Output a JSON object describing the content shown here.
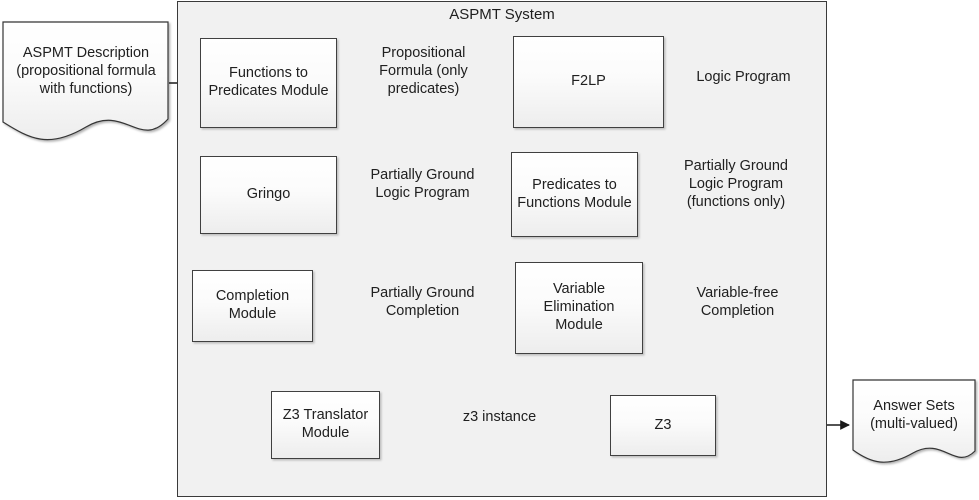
{
  "diagram": {
    "title": "ASPMT System",
    "container": {
      "label": "ASPMT System",
      "fill": "#f1f1f1",
      "stroke": "#3a3a3a"
    },
    "page_background": "#ffffff",
    "node_fill_top": "#ffffff",
    "node_fill_bottom": "#ededed",
    "node_stroke": "#404040",
    "edge_color": "#1a1a1a",
    "nodes": [
      {
        "id": "aspmt-description",
        "label": "ASPMT Description (propositional formula with functions)",
        "shape": "document",
        "inside_system": false
      },
      {
        "id": "functions-to-predicates-module",
        "label": "Functions to Predicates Module",
        "shape": "process",
        "inside_system": true
      },
      {
        "id": "propositional-formula",
        "label": "Propositional Formula (only predicates)",
        "shape": "document",
        "inside_system": true
      },
      {
        "id": "f2lp",
        "label": "F2LP",
        "shape": "process",
        "inside_system": true
      },
      {
        "id": "logic-program",
        "label": "Logic Program",
        "shape": "document",
        "inside_system": true
      },
      {
        "id": "gringo",
        "label": "Gringo",
        "shape": "process",
        "inside_system": true
      },
      {
        "id": "partially-ground-logic-program",
        "label": "Partially Ground Logic Program",
        "shape": "document",
        "inside_system": true
      },
      {
        "id": "predicates-to-functions-module",
        "label": "Predicates to Functions Module",
        "shape": "process",
        "inside_system": true
      },
      {
        "id": "partially-ground-logic-program-functions-only",
        "label": "Partially Ground Logic Program (functions only)",
        "shape": "document",
        "inside_system": true
      },
      {
        "id": "completion-module",
        "label": "Completion Module",
        "shape": "process",
        "inside_system": true
      },
      {
        "id": "partially-ground-completion",
        "label": "Partially Ground Completion",
        "shape": "document",
        "inside_system": true
      },
      {
        "id": "variable-elimination-module",
        "label": "Variable Elimination Module",
        "shape": "process",
        "inside_system": true
      },
      {
        "id": "variable-free-completion",
        "label": "Variable-free Completion",
        "shape": "document",
        "inside_system": true
      },
      {
        "id": "z3-translator-module",
        "label": "Z3 Translator Module",
        "shape": "process",
        "inside_system": true
      },
      {
        "id": "z3-instance",
        "label": "z3 instance",
        "shape": "document",
        "inside_system": true
      },
      {
        "id": "z3",
        "label": "Z3",
        "shape": "process",
        "inside_system": true
      },
      {
        "id": "answer-sets",
        "label": "Answer Sets (multi-valued)",
        "shape": "document",
        "inside_system": false
      }
    ],
    "edges": [
      {
        "from": "aspmt-description",
        "to": "functions-to-predicates-module"
      },
      {
        "from": "functions-to-predicates-module",
        "to": "propositional-formula"
      },
      {
        "from": "propositional-formula",
        "to": "f2lp"
      },
      {
        "from": "f2lp",
        "to": "logic-program"
      },
      {
        "from": "logic-program",
        "to": "gringo",
        "routing": "wrap"
      },
      {
        "from": "gringo",
        "to": "partially-ground-logic-program"
      },
      {
        "from": "partially-ground-logic-program",
        "to": "predicates-to-functions-module"
      },
      {
        "from": "predicates-to-functions-module",
        "to": "partially-ground-logic-program-functions-only"
      },
      {
        "from": "partially-ground-logic-program-functions-only",
        "to": "completion-module",
        "routing": "wrap"
      },
      {
        "from": "completion-module",
        "to": "partially-ground-completion"
      },
      {
        "from": "partially-ground-completion",
        "to": "variable-elimination-module"
      },
      {
        "from": "variable-elimination-module",
        "to": "variable-free-completion"
      },
      {
        "from": "variable-free-completion",
        "to": "z3-translator-module",
        "routing": "wrap"
      },
      {
        "from": "z3-translator-module",
        "to": "z3-instance"
      },
      {
        "from": "z3-instance",
        "to": "z3"
      },
      {
        "from": "z3",
        "to": "answer-sets"
      }
    ]
  }
}
